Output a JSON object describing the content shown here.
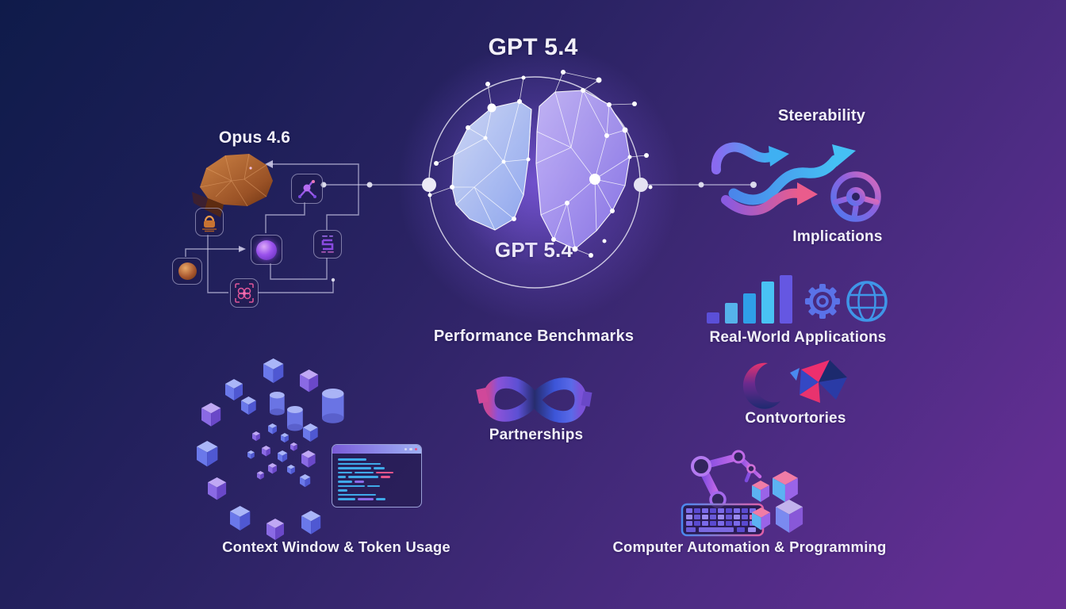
{
  "title": "GPT 5.4",
  "center_model": {
    "label": "GPT 5.4",
    "icon": "brain-network-icon"
  },
  "left_model": {
    "label": "Opus 4.6",
    "icon": "brain-icon",
    "node_icons": [
      "molecule-icon",
      "lock-icon",
      "sphere-icon",
      "model-glyph-icon",
      "sphere-icon",
      "face-scan-icon"
    ]
  },
  "sections": {
    "steerability": {
      "title": "Steerability",
      "subtitle": "Implications",
      "icons": [
        "branching-arrows-icon",
        "steering-wheel-icon"
      ]
    },
    "real_world": {
      "label": "Real-World Applications",
      "icons": [
        "bar-chart-icon",
        "gear-icon",
        "globe-icon"
      ],
      "bar_icon_heights": [
        14,
        26,
        38,
        53,
        61
      ]
    },
    "performance": {
      "label": "Performance Benchmarks"
    },
    "partnerships": {
      "label": "Partnerships",
      "icon": "infinity-ribbon-icon"
    },
    "contvortories": {
      "label": "Contvortories",
      "icon": "crescent-facets-icon"
    },
    "context_window": {
      "label": "Context Window & Token Usage",
      "icons": [
        "token-cubes-icon",
        "database-cylinder-icon",
        "code-window-icon"
      ]
    },
    "automation": {
      "label": "Computer Automation & Programming",
      "icons": [
        "robot-arm-icon",
        "keyboard-icon",
        "blocks-icon"
      ]
    }
  },
  "colors": {
    "bg_start": "#0f1b4a",
    "bg_end": "#672e93",
    "text": "#f2f0f9",
    "accent_blue": "#3fa9e8",
    "accent_purple": "#7a5ae8",
    "accent_pink": "#e8548a",
    "brain_left_lobe": "#cfdaf9",
    "brain_right_lobe": "#8a76e8",
    "opus_brain": "#c9803f"
  }
}
